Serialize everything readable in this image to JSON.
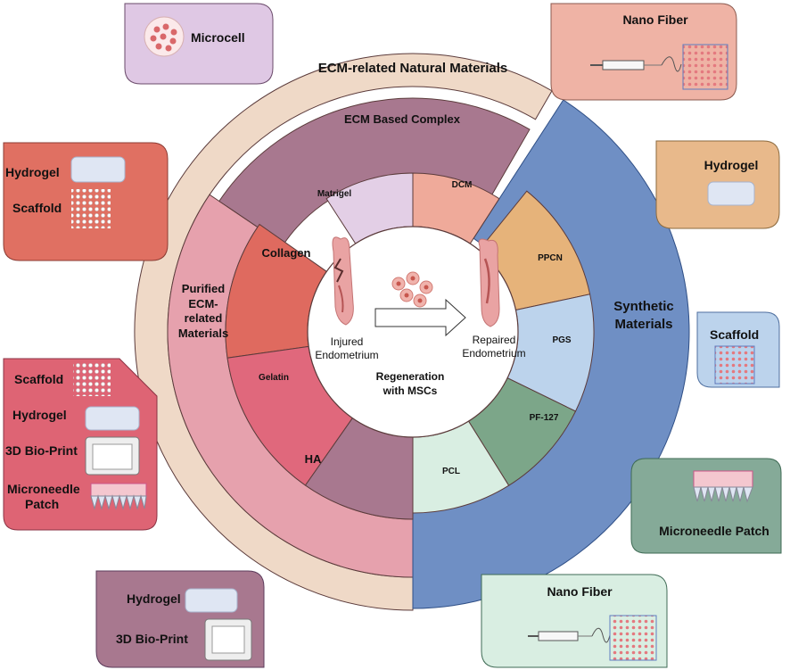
{
  "rings": {
    "natural": "ECM-related Natural Materials",
    "ecm_complex": "ECM Based Complex",
    "purified": [
      "Purified",
      "ECM-",
      "related",
      "Materials"
    ],
    "synthetic": [
      "Synthetic",
      "Materials"
    ]
  },
  "segments": {
    "matrigel": "Matrigel",
    "dcm": "DCM",
    "collagen": "Collagen",
    "gelatin": "Gelatin",
    "ha": "HA",
    "ppcn": "PPCN",
    "pgs": "PGS",
    "pf127": "PF-127",
    "pcl": "PCL"
  },
  "center": {
    "injured": [
      "Injured",
      "Endometrium"
    ],
    "repaired": [
      "Repaired",
      "Endometrium"
    ],
    "regeneration": [
      "Regeneration",
      "with MSCs"
    ]
  },
  "boxes": {
    "microcell": "Microcell",
    "nano_fiber_top": "Nano Fiber",
    "hydrogel_left": "Hydrogel",
    "scaffold_left": "Scaffold",
    "hydrogel_right": "Hydrogel",
    "scaffold_right": "Scaffold",
    "collagen_box": [
      "Scaffold",
      "Hydrogel",
      "3D Bio-Print",
      "Microneedle",
      "Patch"
    ],
    "microneedle_right": "Microneedle Patch",
    "hydrogel_bottom": "Hydrogel",
    "bioprint_bottom": "3D Bio-Print",
    "nano_fiber_bottom": "Nano Fiber"
  },
  "colors": {
    "natural_ring": "#efd9c7",
    "ecm_complex": "#a8788f",
    "matrigel": "#e3cfe6",
    "dcm": "#efaa9a",
    "purified": "#e6a1ad",
    "collagen": "#df6a5f",
    "gelatin": "#e0687c",
    "ha": "#a8788f",
    "synthetic": "#6f8fc4",
    "ppcn": "#e6b37a",
    "pgs": "#bcd3ec",
    "pf127": "#7ca689",
    "pcl": "#d9eee2"
  }
}
